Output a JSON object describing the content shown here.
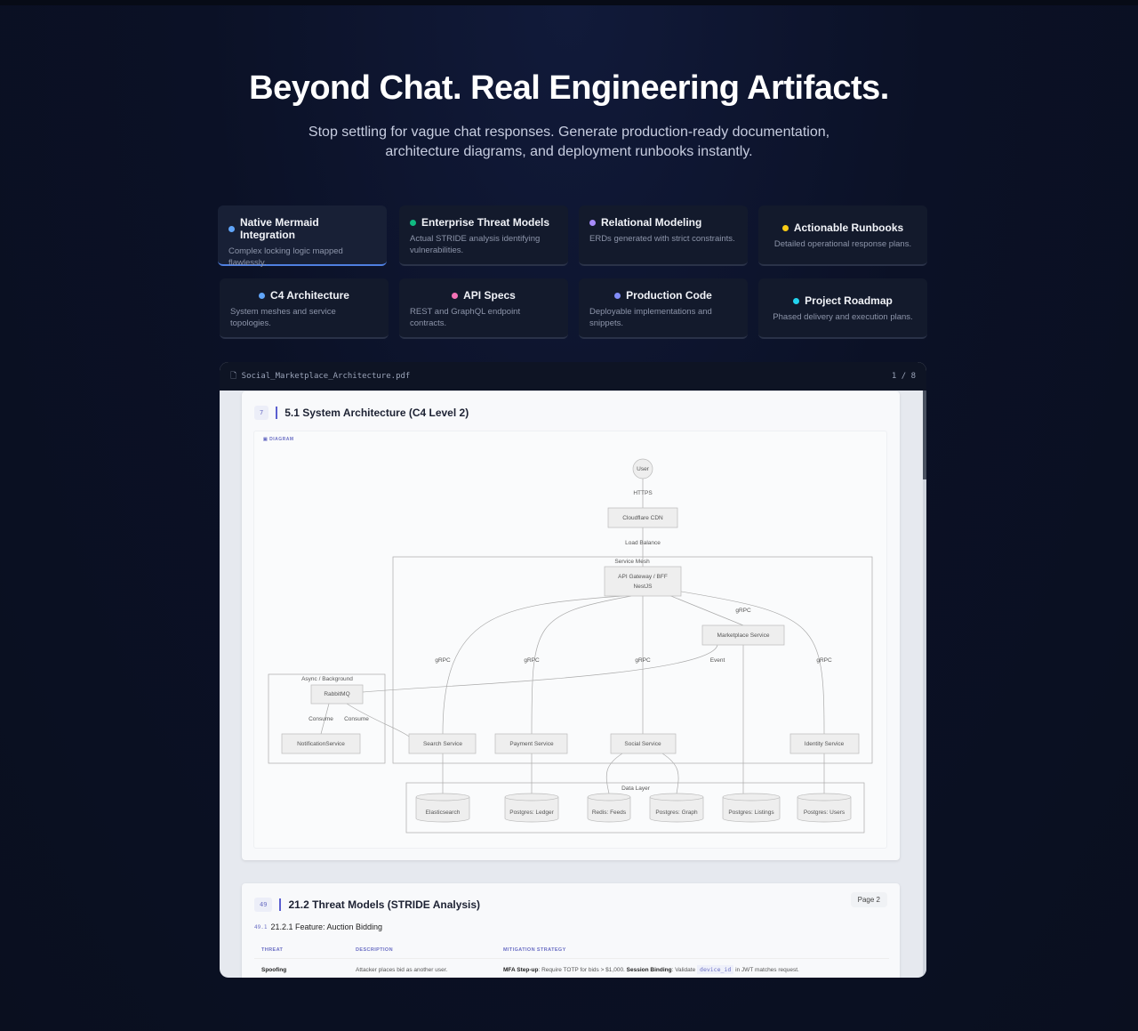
{
  "hero": {
    "title": "Beyond Chat. Real Engineering Artifacts.",
    "subtitle_line1": "Stop settling for vague chat responses. Generate production-ready documentation,",
    "subtitle_line2": "architecture diagrams, and deployment runbooks instantly."
  },
  "features": [
    {
      "title": "Native Mermaid Integration",
      "desc": "Complex locking logic mapped flawlessly.",
      "color": "#60a5fa",
      "active": true
    },
    {
      "title": "Enterprise Threat Models",
      "desc": "Actual STRIDE analysis identifying vulnerabilities.",
      "color": "#10b981"
    },
    {
      "title": "Relational Modeling",
      "desc": "ERDs generated with strict constraints.",
      "color": "#a78bfa"
    },
    {
      "title": "Actionable Runbooks",
      "desc": "Detailed operational response plans.",
      "color": "#facc15"
    },
    {
      "title": "C4 Architecture",
      "desc": "System meshes and service topologies.",
      "color": "#60a5fa"
    },
    {
      "title": "API Specs",
      "desc": "REST and GraphQL endpoint contracts.",
      "color": "#f472b6"
    },
    {
      "title": "Production Code",
      "desc": "Deployable implementations and snippets.",
      "color": "#818cf8"
    },
    {
      "title": "Project Roadmap",
      "desc": "Phased delivery and execution plans.",
      "color": "#22d3ee"
    }
  ],
  "viewer": {
    "filename": "Social_Marketplace_Architecture.pdf",
    "page_indicator": "1 / 8",
    "file_icon": "file-icon"
  },
  "page1": {
    "num": "7",
    "title": "5.1 System Architecture (C4 Level 2)",
    "diagram_label": "DIAGRAM",
    "diagram": {
      "user": "User",
      "https": "HTTPS",
      "cdn": "Cloudflare CDN",
      "lb": "Load Balance",
      "mesh": "Service Mesh",
      "gw1": "API Gateway / BFF",
      "gw2": "NestJS",
      "grpc": "gRPC",
      "market": "Marketplace Service",
      "event": "Event",
      "async": "Async / Background",
      "rabbit": "RabbitMQ",
      "consume": "Consume",
      "notif": "NotificationService",
      "search": "Search Service",
      "payment": "Payment Service",
      "social": "Social Service",
      "identity": "Identity Service",
      "datalayer": "Data Layer",
      "es": "Elasticsearch",
      "ledger": "Postgres: Ledger",
      "redis": "Redis: Feeds",
      "graph": "Postgres: Graph",
      "listings": "Postgres: Listings",
      "users": "Postgres: Users"
    }
  },
  "page2": {
    "num": "49",
    "title": "21.2 Threat Models (STRIDE Analysis)",
    "page_badge": "Page  2",
    "sec_num": "49.1",
    "sec_title": "21.2.1 Feature: Auction Bidding",
    "headers": [
      "THREAT",
      "DESCRIPTION",
      "MITIGATION STRATEGY"
    ],
    "row": {
      "threat": "Spoofing",
      "desc": "Attacker places bid as another user.",
      "m1": "MFA Step-up",
      "m2": ": Require TOTP for bids > $1,000. ",
      "m3": "Session Binding",
      "m4": ": Validate ",
      "code": "device_id",
      "m5": " in JWT matches request."
    }
  }
}
